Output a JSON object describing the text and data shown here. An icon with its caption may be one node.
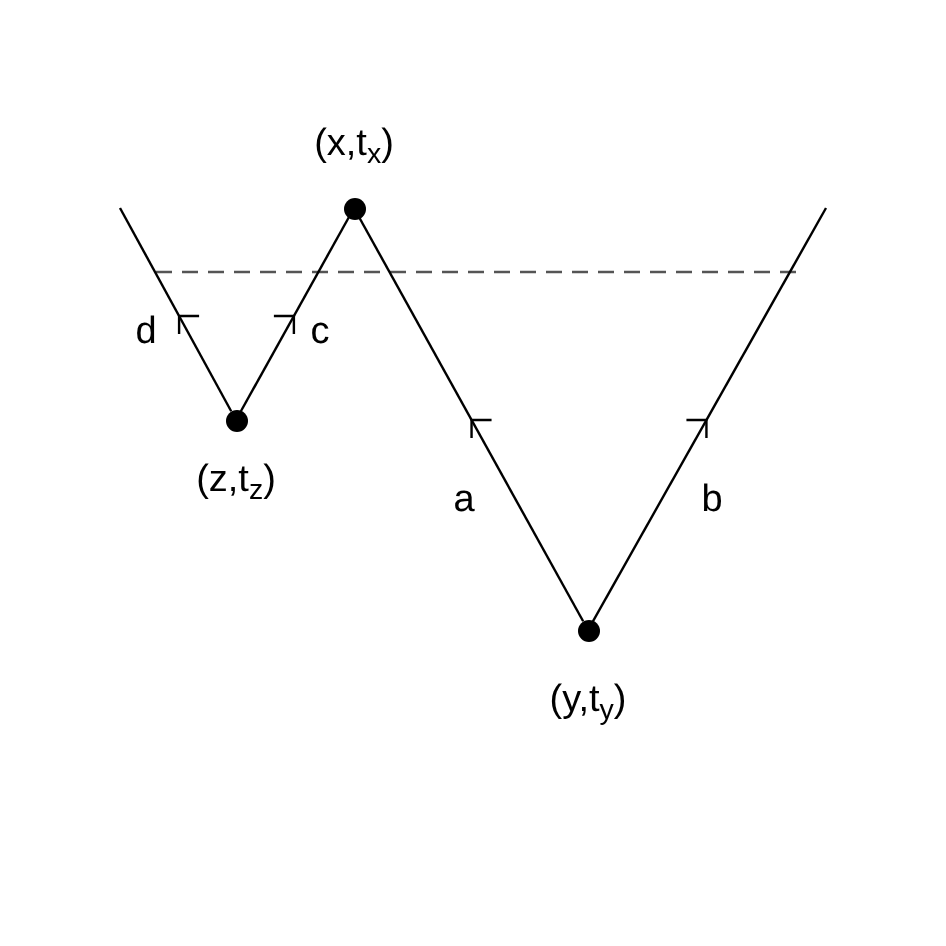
{
  "diagram": {
    "nodes": [
      {
        "text": [],
        "shape": "circle",
        "beside": [
          "(x,t$_{x}$)"
        ]
      },
      {
        "text": [],
        "shape": "circle",
        "beside": [
          "(z,t$_{z}$)"
        ]
      },
      {
        "text": [],
        "shape": "circle",
        "beside": [
          "(y,t$_{y}$)"
        ]
      }
    ],
    "edges": [
      {
        "from": null,
        "to": 1,
        "arrow": "none",
        "label": "d"
      },
      {
        "from": 1,
        "to": 0,
        "arrow": "none",
        "label": "c"
      },
      {
        "from": 0,
        "to": 2,
        "arrow": "none",
        "label": "a"
      },
      {
        "from": 2,
        "to": null,
        "arrow": "none",
        "label": "b"
      }
    ]
  }
}
